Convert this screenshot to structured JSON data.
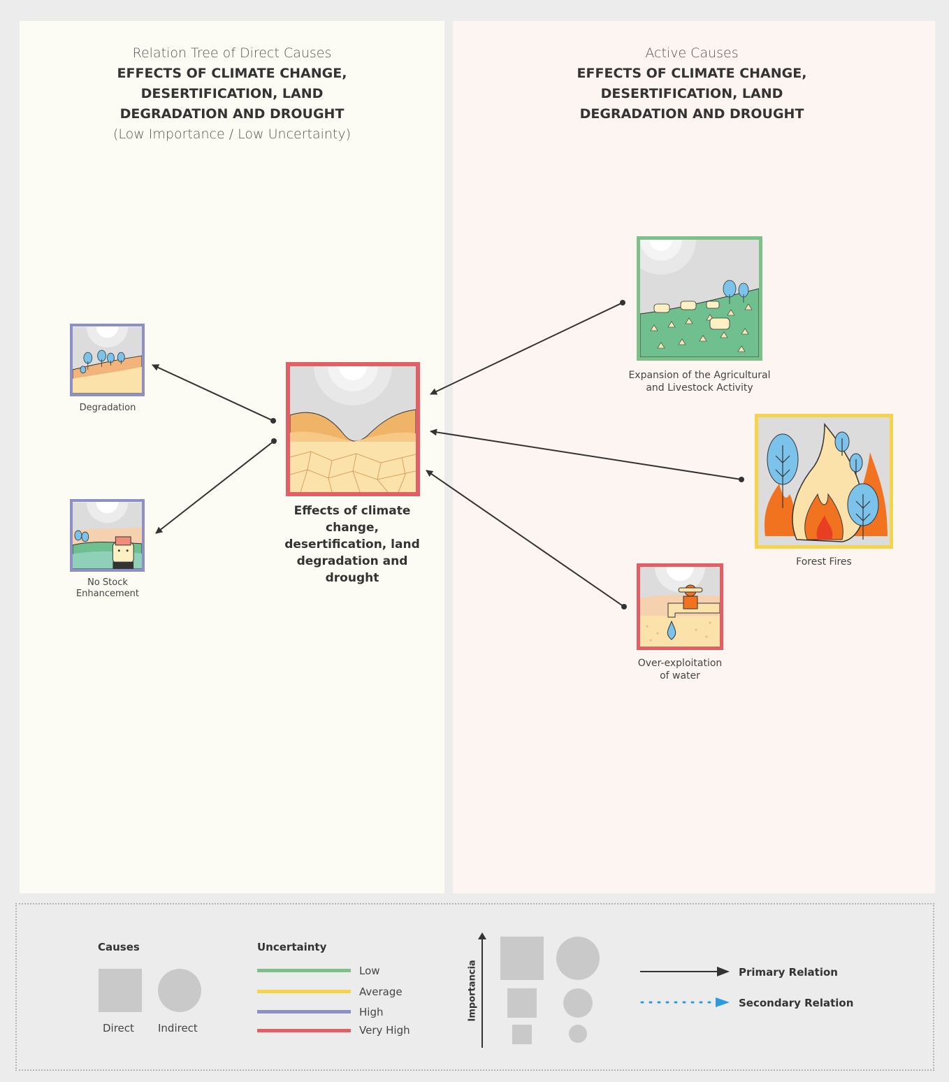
{
  "colors": {
    "low": "#7dc08a",
    "average": "#f5d34a",
    "high": "#8d8fc7",
    "very_high": "#e35f66",
    "arrow": "#333333",
    "secondary": "#2b9be0"
  },
  "left_panel": {
    "title_line1": "Relation Tree of Direct Causes",
    "title_bold": "EFFECTS OF CLIMATE CHANGE,\nDESERTIFICATION, LAND\nDEGRADATION AND DROUGHT",
    "title_sub": "(Low Importance / Low Uncertainty)"
  },
  "right_panel": {
    "title_line1": "Active Causes",
    "title_bold": "EFFECTS OF CLIMATE CHANGE,\nDESERTIFICATION, LAND\nDEGRADATION AND DROUGHT"
  },
  "nodes": {
    "center": {
      "label": "Effects of climate change, desertification, land degradation and drought",
      "uncertainty": "very_high",
      "icon": "desert-landscape-icon"
    },
    "degradation": {
      "label": "Degradation",
      "uncertainty": "high",
      "icon": "degraded-forest-icon"
    },
    "no_stock": {
      "label": "No Stock\nEnhancement",
      "uncertainty": "high",
      "icon": "cow-pasture-icon"
    },
    "agri": {
      "label": "Expansion of the Agricultural\nand Livestock Activity",
      "uncertainty": "low",
      "icon": "livestock-field-icon"
    },
    "fires": {
      "label": "Forest Fires",
      "uncertainty": "average",
      "icon": "forest-fire-icon"
    },
    "water": {
      "label": "Over-exploitation\nof water",
      "uncertainty": "very_high",
      "icon": "water-tap-icon"
    }
  },
  "legend": {
    "causes_title": "Causes",
    "direct": "Direct",
    "indirect": "Indirect",
    "uncertainty_title": "Uncertainty",
    "uncertainty_levels": [
      "Low",
      "Average",
      "High",
      "Very High"
    ],
    "importance_label": "Importancia",
    "primary_relation": "Primary Relation",
    "secondary_relation": "Secondary Relation"
  }
}
